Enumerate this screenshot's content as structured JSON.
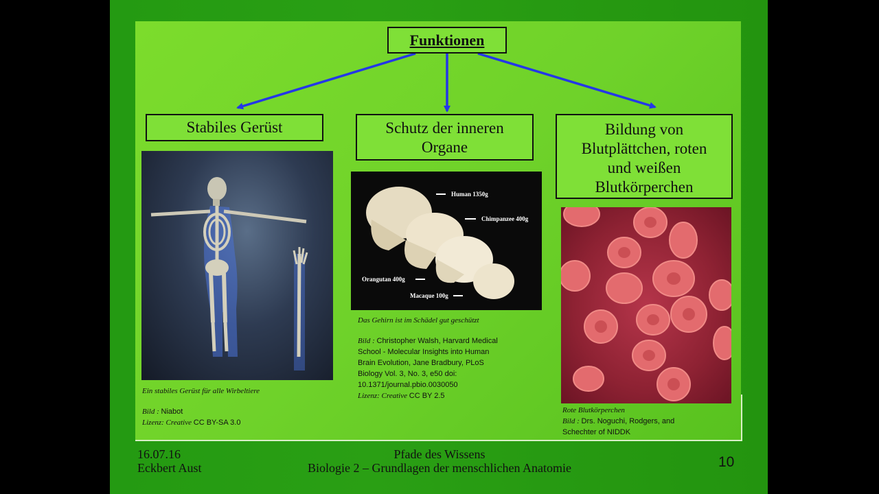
{
  "title": "Funktionen",
  "boxes": {
    "left": "Stabiles Gerüst",
    "middle_line1": "Schutz der inneren",
    "middle_line2": "Organe",
    "right_line1": "Bildung von",
    "right_line2": "Blutplättchen, roten",
    "right_line3": "und weißen",
    "right_line4": "Blutkörperchen"
  },
  "skull_labels": {
    "human": "Human 1350g",
    "chimp": "Chimpanzee 400g",
    "orangutan": "Orangutan 400g",
    "macaque": "Macaque 100g"
  },
  "captions": {
    "skeleton_title": "Ein stabiles Gerüst für alle Wirbeltiere",
    "skeleton_bild_label": "Bild :",
    "skeleton_bild": "Niabot",
    "skeleton_lizenz_label": "Lizenz: Creative",
    "skeleton_lizenz": "CC BY-SA 3.0",
    "skull_title": "Das Gehirn ist im Schädel gut geschützt",
    "skull_bild_label": "Bild :",
    "skull_bild_1": "Christopher Walsh, Harvard Medical",
    "skull_bild_2": "School - Molecular Insights into Human",
    "skull_bild_3": "Brain Evolution, Jane Bradbury, PLoS",
    "skull_bild_4": "Biology Vol. 3, No. 3, e50 doi:",
    "skull_bild_5": "10.1371/journal.pbio.0030050",
    "skull_lizenz_label": "Lizenz: Creative",
    "skull_lizenz": "CC BY 2.5",
    "blood_title": "Rote Blutkörperchen",
    "blood_bild_label": "Bild :",
    "blood_bild_1": "Drs. Noguchi, Rodgers, and",
    "blood_bild_2": "Schechter of NIDDK"
  },
  "footer": {
    "date": "16.07.16",
    "author": "Eckbert Aust",
    "series": "Pfade des Wissens",
    "subtitle": "Biologie 2 – Grundlagen der menschlichen Anatomie",
    "page": "10"
  },
  "colors": {
    "arrow": "#2437e8",
    "box_fill": "#7fe037",
    "panel": "#6fd22a"
  }
}
